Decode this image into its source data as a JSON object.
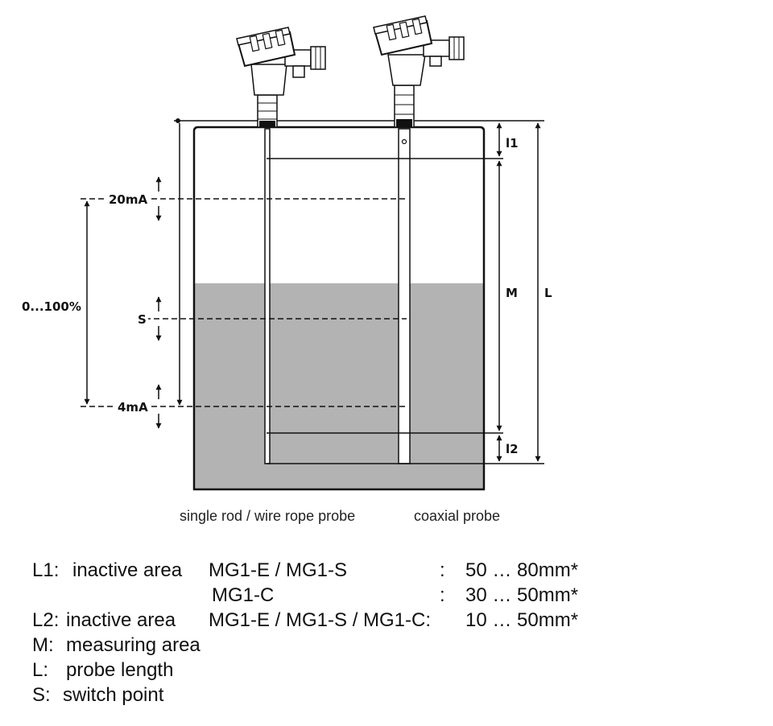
{
  "labels": {
    "l1": "l1",
    "l2": "l2",
    "m": "M",
    "l": "L",
    "ma20": "20mA",
    "ma4": "4mA",
    "s": "S",
    "range": "0...100%"
  },
  "captions": {
    "rod": "single rod / wire rope probe",
    "coax": "coaxial probe"
  },
  "legend": {
    "rows": [
      {
        "key": "L1:",
        "desc": "inactive area",
        "model": "MG1-E / MG1-S",
        "colon": ":",
        "value": "50 … 80mm*"
      },
      {
        "key": "",
        "desc": "",
        "model": "MG1-C",
        "colon": ":",
        "value": "30 … 50mm*"
      },
      {
        "key": "L2:",
        "desc": "inactive area",
        "model": "MG1-E / MG1-S / MG1-C:",
        "colon": "",
        "value": "10 … 50mm*"
      },
      {
        "key": "M:",
        "desc": "measuring area",
        "model": "",
        "colon": "",
        "value": ""
      },
      {
        "key": "L:",
        "desc": "probe length",
        "model": "",
        "colon": "",
        "value": ""
      },
      {
        "key": "S:",
        "desc": "switch point",
        "model": "",
        "colon": "",
        "value": ""
      }
    ]
  },
  "colors": {
    "liquid": "#b3b3b3",
    "line": "#111111"
  }
}
